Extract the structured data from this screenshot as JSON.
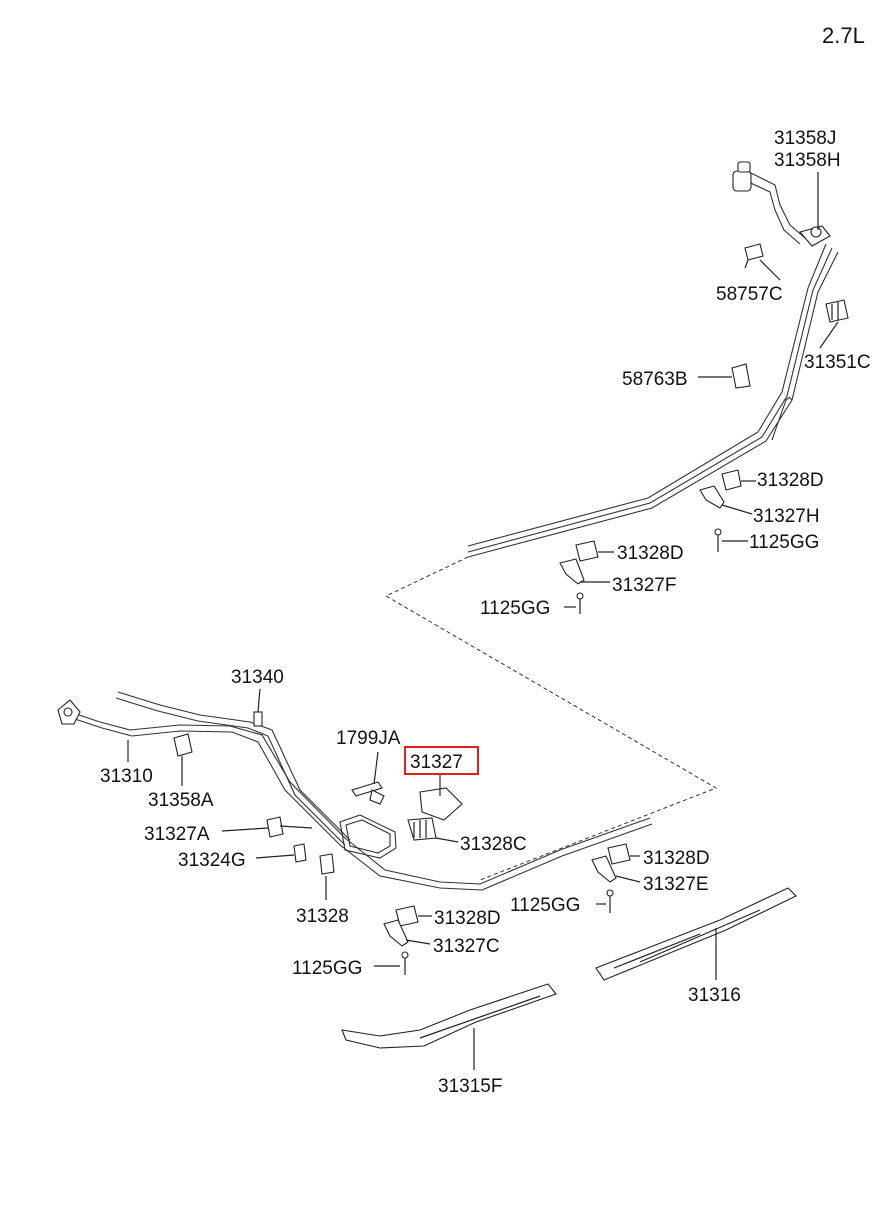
{
  "engine": "2.7L",
  "highlight_color": "#e02020",
  "labels": {
    "p31358J": "31358J",
    "p31358H": "31358H",
    "p58757C": "58757C",
    "p31351C": "31351C",
    "p58763B": "58763B",
    "p31328D_a": "31328D",
    "p31327H": "31327H",
    "p1125GG_a": "1125GG",
    "p31328D_b": "31328D",
    "p31327F": "31327F",
    "p1125GG_b": "1125GG",
    "p31340": "31340",
    "p1799JA": "1799JA",
    "p31327": "31327",
    "p31310": "31310",
    "p31358A": "31358A",
    "p31327A": "31327A",
    "p31328C": "31328C",
    "p31324G": "31324G",
    "p31328D_c": "31328D",
    "p31327E": "31327E",
    "p1125GG_c": "1125GG",
    "p31328": "31328",
    "p31328D_d": "31328D",
    "p31327C": "31327C",
    "p1125GG_d": "1125GG",
    "p31316": "31316",
    "p31315F": "31315F"
  }
}
